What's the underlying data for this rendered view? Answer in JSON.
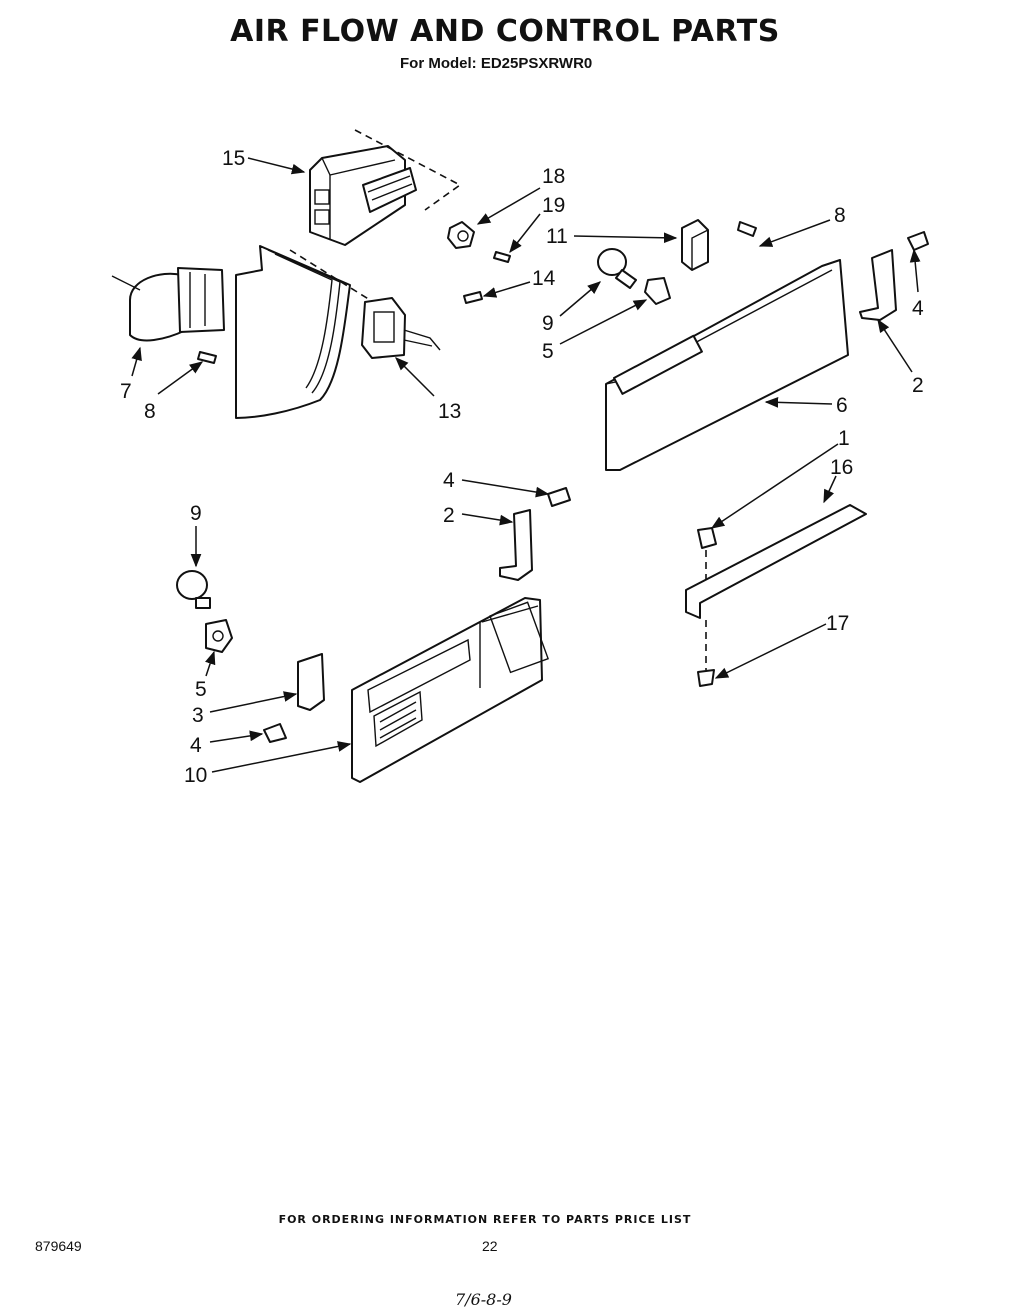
{
  "header": {
    "title": "AIR FLOW AND CONTROL PARTS",
    "subtitle": "For Model: ED25PSXRWR0"
  },
  "callouts": {
    "c15": "15",
    "c18": "18",
    "c19": "19",
    "c11": "11",
    "c8a": "8",
    "c14": "14",
    "c9a": "9",
    "c5a": "5",
    "c4a": "4",
    "c2a": "2",
    "c7": "7",
    "c8b": "8",
    "c13": "13",
    "c6": "6",
    "c1": "1",
    "c16": "16",
    "c4b": "4",
    "c2b": "2",
    "c9b": "9",
    "c17": "17",
    "c5b": "5",
    "c3": "3",
    "c4c": "4",
    "c10": "10"
  },
  "footer": {
    "ordering_note": "FOR ORDERING INFORMATION REFER TO PARTS PRICE LIST",
    "doc_number": "879649",
    "page_number": "22",
    "handwritten_note": "7/6-8-9"
  }
}
